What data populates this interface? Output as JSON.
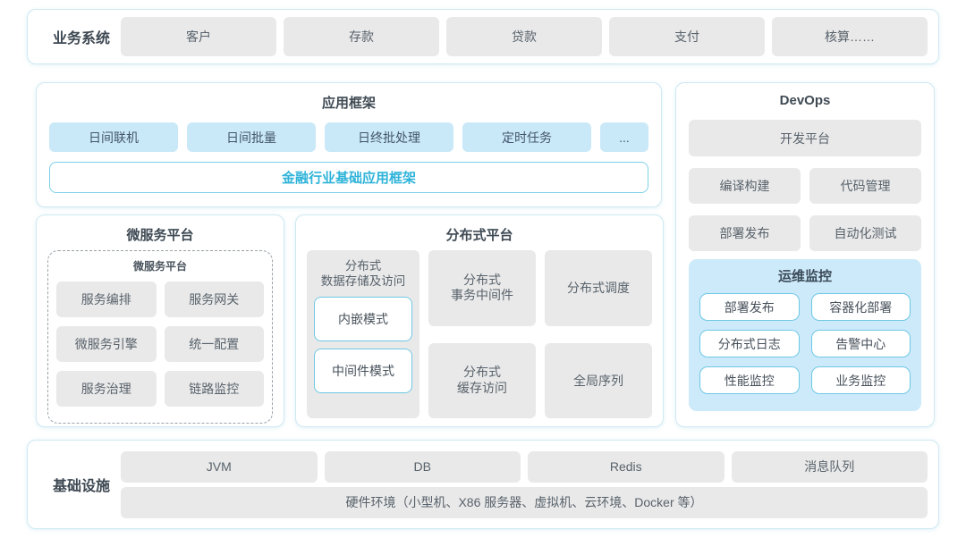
{
  "colors": {
    "accent_cyan_text": "#2fb3d9",
    "cyan_border": "#6fc8e4",
    "panel_border": "#cfe9f2",
    "light_blue_fill": "#c9e8f8",
    "ops_panel_fill": "#cdeafa",
    "gray_node_fill": "#e9e9e9",
    "dark_text": "#3f4a54"
  },
  "business_systems": {
    "label": "业务系统",
    "items": [
      "客户",
      "存款",
      "贷款",
      "支付",
      "核算……"
    ]
  },
  "app_framework": {
    "title": "应用框架",
    "items": [
      "日间联机",
      "日间批量",
      "日终批处理",
      "定时任务",
      "..."
    ],
    "base_framework": "金融行业基础应用框架"
  },
  "devops": {
    "title": "DevOps",
    "dev_platform": "开发平台",
    "items": [
      "编译构建",
      "代码管理",
      "部署发布",
      "自动化测试"
    ],
    "ops_monitoring": {
      "title": "运维监控",
      "items": [
        "部署发布",
        "容器化部署",
        "分布式日志",
        "告警中心",
        "性能监控",
        "业务监控"
      ]
    }
  },
  "microservice_platform": {
    "title": "微服务平台",
    "inner_title": "微服务平台",
    "items": [
      "服务编排",
      "服务网关",
      "微服务引擎",
      "统一配置",
      "服务治理",
      "链路监控"
    ]
  },
  "distributed_platform": {
    "title": "分布式平台",
    "storage": {
      "label": "分布式\n数据存储及访问",
      "modes": [
        "内嵌模式",
        "中间件模式"
      ]
    },
    "cells": [
      "分布式\n事务中间件",
      "分布式调度",
      "分布式\n缓存访问",
      "全局序列"
    ]
  },
  "infrastructure": {
    "label": "基础设施",
    "items": [
      "JVM",
      "DB",
      "Redis",
      "消息队列"
    ],
    "hardware": "硬件环境（小型机、X86 服务器、虚拟机、云环境、Docker 等）"
  }
}
